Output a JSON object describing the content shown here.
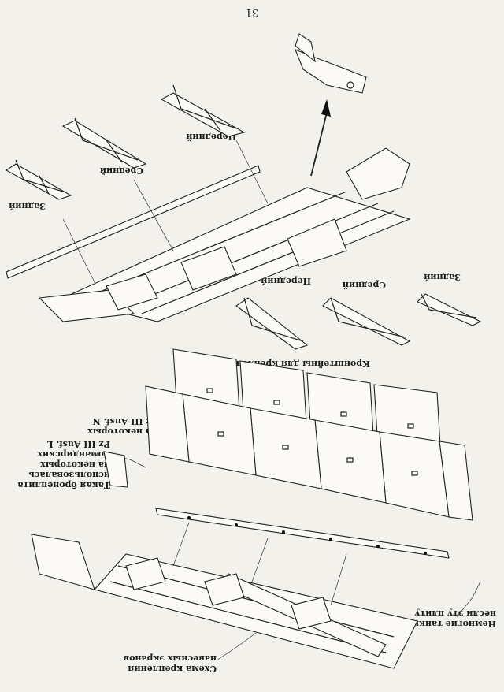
{
  "page_number": "31",
  "labels": {
    "top_zadniy": "Задний",
    "top_sredniy": "Средний",
    "top_peredniy": "Передний",
    "mid_peredniy": "Передний",
    "mid_sredniy": "Средний",
    "mid_zadniy": "Задний",
    "brackets_caption": "Кронштейны для крепления экранов",
    "turret_plate_line1": "Такая бронеплита",
    "turret_plate_line2": "использовалась",
    "turret_plate_line3": "на некоторых",
    "turret_plate_line4": "командирских",
    "turret_plate_line5": "Pz III Ausf. L",
    "ausf_n_line1": "на некоторых",
    "ausf_n_line2": "Pz III Ausf. N",
    "few_tanks_line1": "Немногие танки",
    "few_tanks_line2": "несли эту плиту",
    "scheme_line1": "Схема крепления",
    "scheme_line2": "навесных экранов"
  }
}
